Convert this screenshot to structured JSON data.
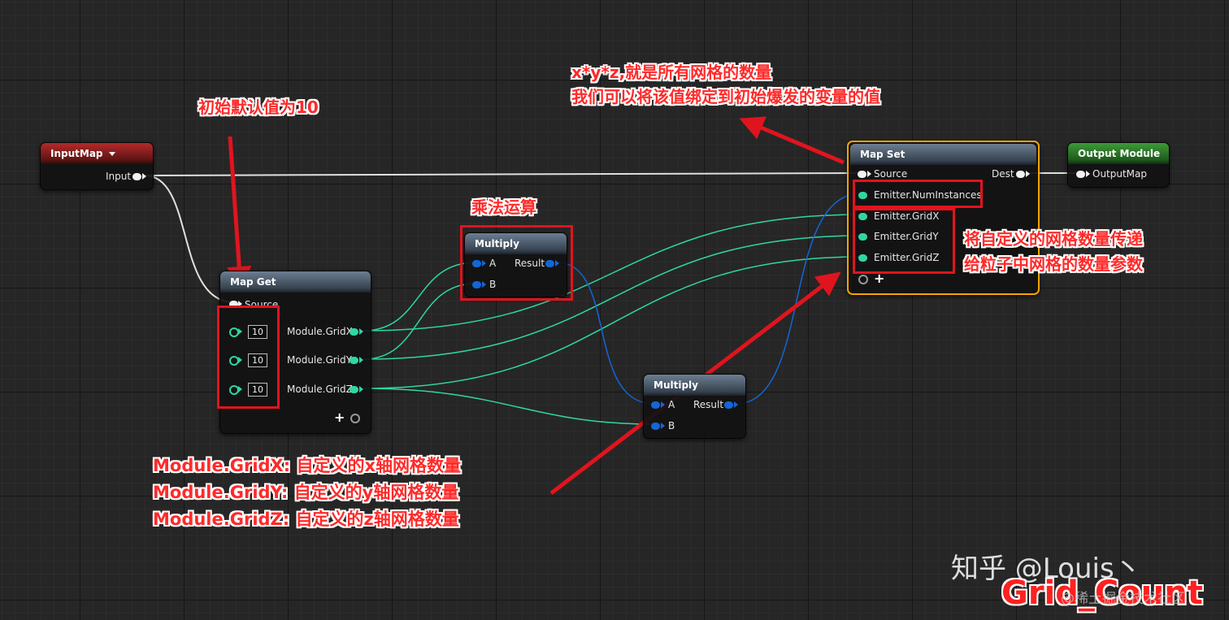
{
  "nodes": {
    "input_map": {
      "title": "InputMap",
      "output_pin": "Input"
    },
    "map_get": {
      "title": "Map Get",
      "source_pin": "Source",
      "outputs": [
        {
          "label": "Module.GridX",
          "default_value": "10"
        },
        {
          "label": "Module.GridY",
          "default_value": "10"
        },
        {
          "label": "Module.GridZ",
          "default_value": "10"
        }
      ]
    },
    "multiply_1": {
      "title": "Multiply",
      "input_a": "A",
      "input_b": "B",
      "output": "Result"
    },
    "multiply_2": {
      "title": "Multiply",
      "input_a": "A",
      "input_b": "B",
      "output": "Result"
    },
    "map_set": {
      "title": "Map Set",
      "source_pin": "Source",
      "dest_pin": "Dest",
      "inputs": [
        "Emitter.NumInstances",
        "Emitter.GridX",
        "Emitter.GridY",
        "Emitter.GridZ"
      ]
    },
    "output_module": {
      "title": "Output Module",
      "input_pin": "OutputMap"
    }
  },
  "annotations": {
    "default_value": "初始默认值为10",
    "multiply": "乘法运算",
    "xyz_line1": "x*y*z,就是所有网格的数量",
    "xyz_line2": "我们可以将该值绑定到初始爆发的变量的值",
    "pass_line1": "将自定义的网格数量传递",
    "pass_line2": "给粒子中网格的数量参数",
    "legend_x": "Module.GridX: 自定义的x轴网格数量",
    "legend_y": "Module.GridY: 自定义的y轴网格数量",
    "legend_z": "Module.GridZ: 自定义的z轴网格数量"
  },
  "watermark": {
    "site": "知乎 @Louis丶",
    "title": "Grid_Count",
    "overlay": "@稀土掘金技术社区"
  },
  "colors": {
    "annotation_red": "#ff2a2a",
    "wire_white": "#e0e0e0",
    "wire_teal": "#2ed7a4",
    "wire_blue": "#1466d6",
    "selection_orange": "#f7a500"
  }
}
